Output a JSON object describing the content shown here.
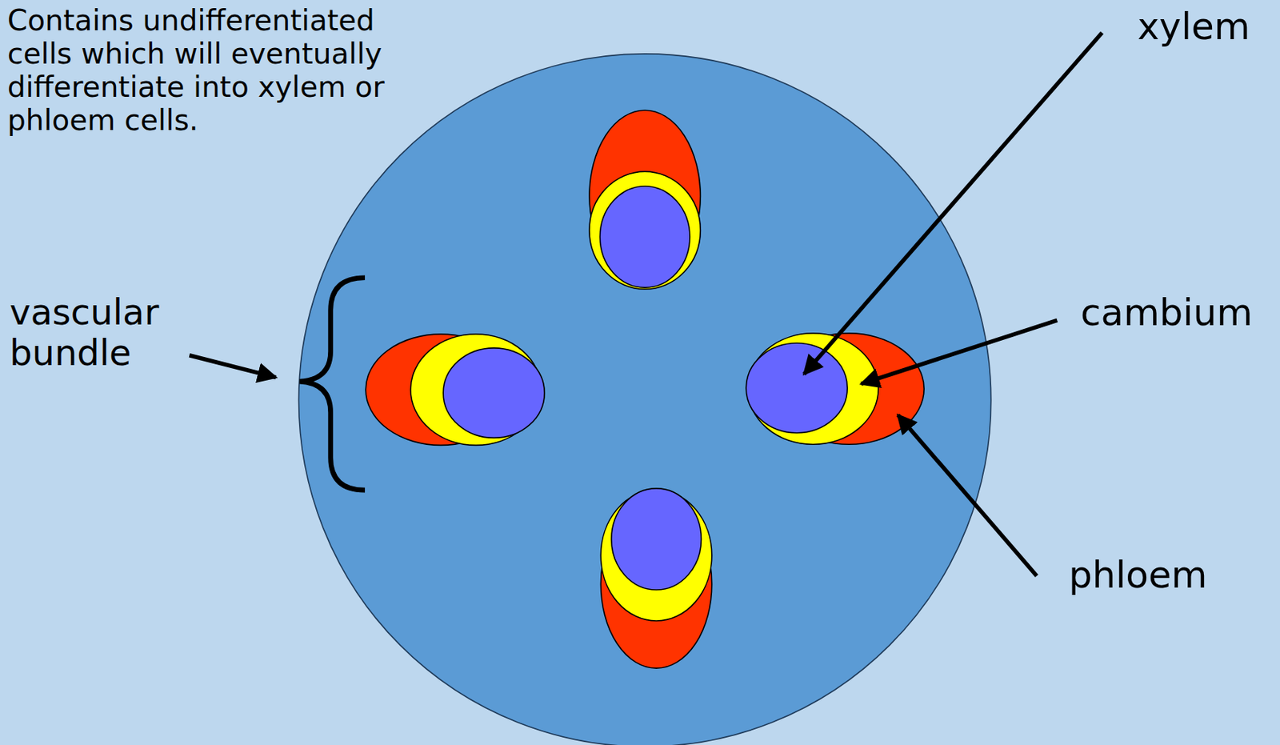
{
  "diagram": {
    "labels": [
      "Contains undifferentiated cells which will eventually differentiate into xylem or phloem cells.",
      "vascular bundle",
      "xylem",
      "cambium",
      "phloem"
    ]
  }
}
